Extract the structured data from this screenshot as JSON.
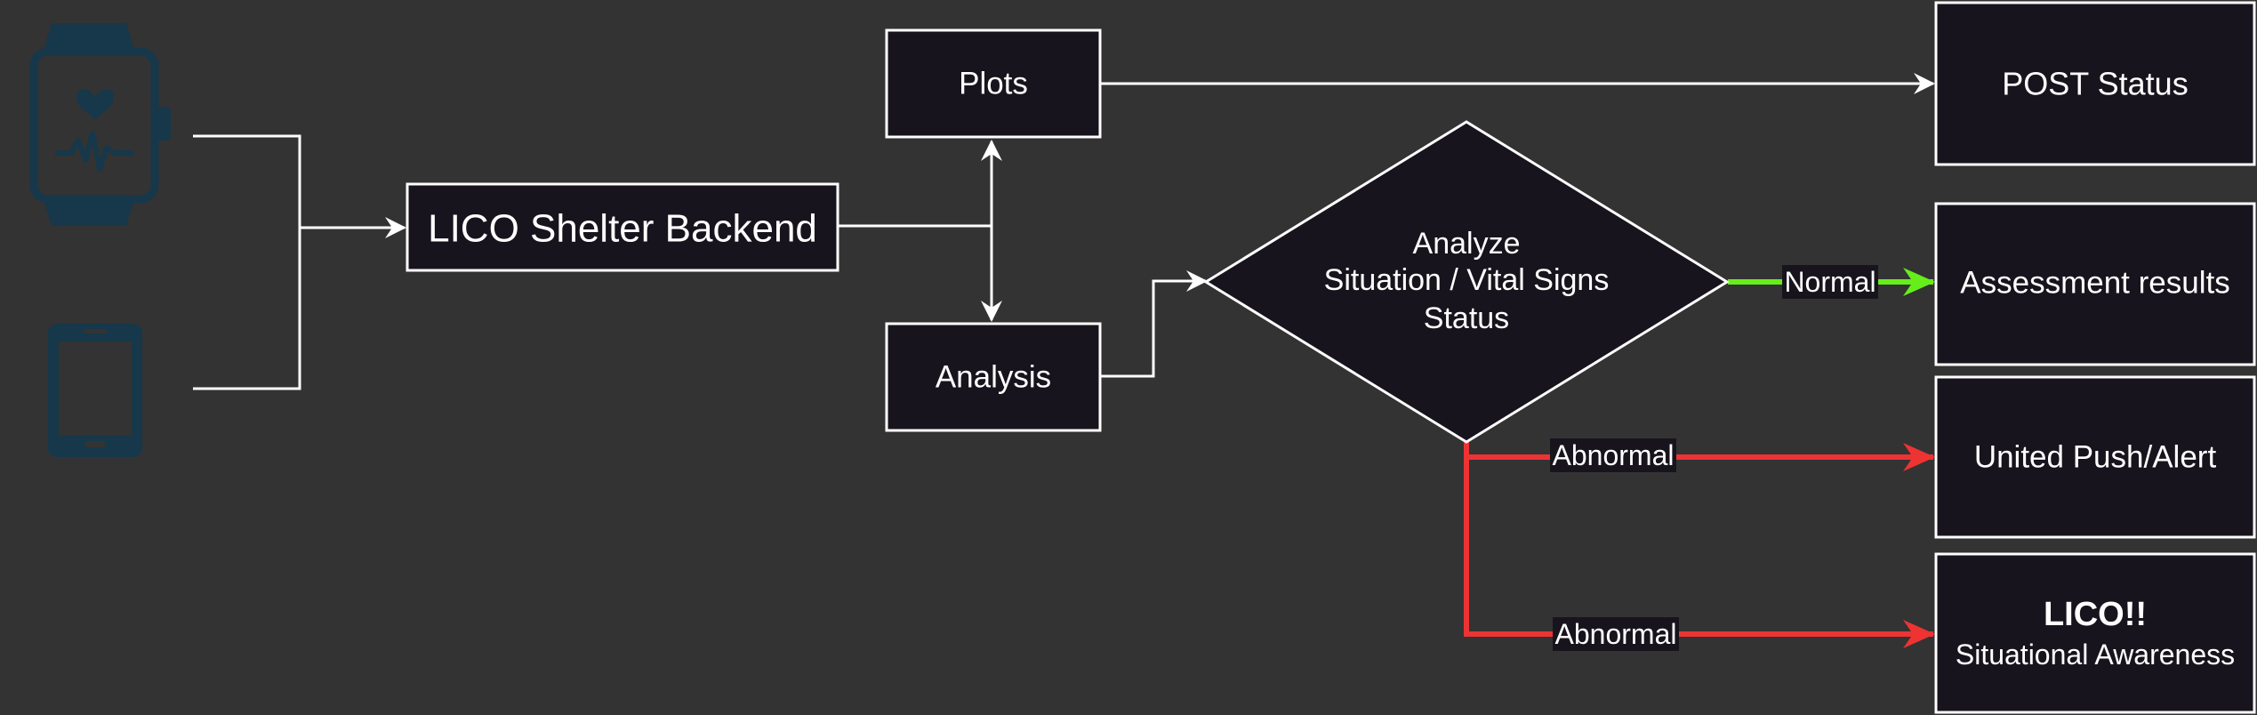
{
  "nodes": {
    "backend": "LICO Shelter Backend",
    "plots": "Plots",
    "analysis": "Analysis",
    "decision": [
      "Analyze",
      "Situation / Vital Signs",
      "Status"
    ],
    "post_status": "POST Status",
    "assessment": "Assessment results",
    "push_alert": "United Push/Alert",
    "lico_title": "LICO!!",
    "lico_subtitle": "Situational Awareness"
  },
  "edges": {
    "normal": "Normal",
    "abnormal_1": "Abnormal",
    "abnormal_2": "Abnormal"
  },
  "icons": [
    "smartwatch-icon",
    "tablet-icon"
  ],
  "colors": {
    "background": "#333333",
    "box_fill": "#18141d",
    "stroke": "#ffffff",
    "normal_edge": "#66ee1a",
    "abnormal_edge": "#ee3333",
    "device_icon": "#16384a"
  }
}
